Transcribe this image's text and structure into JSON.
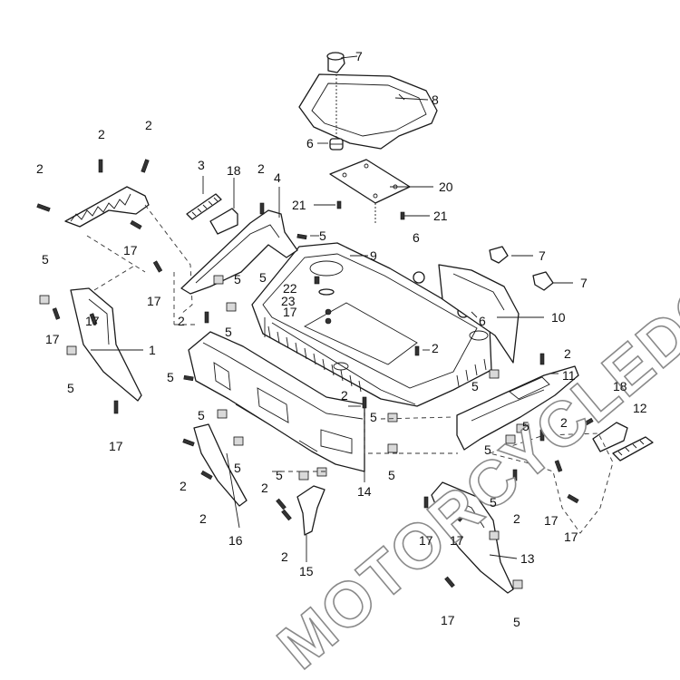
{
  "watermark": "MOTORCYCLEDOCTOR",
  "callouts": [
    {
      "id": "c7a",
      "text": "7"
    },
    {
      "id": "c8",
      "text": "8"
    },
    {
      "id": "c6a",
      "text": "6"
    },
    {
      "id": "c20",
      "text": "20"
    },
    {
      "id": "c21a",
      "text": "21"
    },
    {
      "id": "c21b",
      "text": "21"
    },
    {
      "id": "c2a",
      "text": "2"
    },
    {
      "id": "c2b",
      "text": "2"
    },
    {
      "id": "c2c",
      "text": "2"
    },
    {
      "id": "c3",
      "text": "3"
    },
    {
      "id": "c18a",
      "text": "18"
    },
    {
      "id": "c2d",
      "text": "2"
    },
    {
      "id": "c4",
      "text": "4"
    },
    {
      "id": "c5a",
      "text": "5"
    },
    {
      "id": "c9",
      "text": "9"
    },
    {
      "id": "c6b",
      "text": "6"
    },
    {
      "id": "c7b",
      "text": "7"
    },
    {
      "id": "c7c",
      "text": "7"
    },
    {
      "id": "c17a",
      "text": "17"
    },
    {
      "id": "c5b",
      "text": "5"
    },
    {
      "id": "c5c",
      "text": "5"
    },
    {
      "id": "c17b",
      "text": "17"
    },
    {
      "id": "c22",
      "text": "22"
    },
    {
      "id": "c23",
      "text": "23"
    },
    {
      "id": "c17c",
      "text": "17"
    },
    {
      "id": "c6c",
      "text": "6"
    },
    {
      "id": "c10",
      "text": "10"
    },
    {
      "id": "c5d",
      "text": "5"
    },
    {
      "id": "c17d",
      "text": "17"
    },
    {
      "id": "c17e",
      "text": "17"
    },
    {
      "id": "c1",
      "text": "1"
    },
    {
      "id": "c2e",
      "text": "2"
    },
    {
      "id": "c5e",
      "text": "5"
    },
    {
      "id": "c2f",
      "text": "2"
    },
    {
      "id": "c2g",
      "text": "2"
    },
    {
      "id": "c5f",
      "text": "5"
    },
    {
      "id": "c11",
      "text": "11"
    },
    {
      "id": "c5g",
      "text": "5"
    },
    {
      "id": "c5h",
      "text": "5"
    },
    {
      "id": "c2h",
      "text": "2"
    },
    {
      "id": "c5i",
      "text": "5"
    },
    {
      "id": "c18b",
      "text": "18"
    },
    {
      "id": "c12",
      "text": "12"
    },
    {
      "id": "c17f",
      "text": "17"
    },
    {
      "id": "c5j",
      "text": "5"
    },
    {
      "id": "c5k",
      "text": "5"
    },
    {
      "id": "c2i",
      "text": "2"
    },
    {
      "id": "c5l",
      "text": "5"
    },
    {
      "id": "c5m",
      "text": "5"
    },
    {
      "id": "c5n",
      "text": "5"
    },
    {
      "id": "c14",
      "text": "14"
    },
    {
      "id": "c5o",
      "text": "5"
    },
    {
      "id": "c2j",
      "text": "2"
    },
    {
      "id": "c2k",
      "text": "2"
    },
    {
      "id": "c2l",
      "text": "2"
    },
    {
      "id": "c16",
      "text": "16"
    },
    {
      "id": "c2m",
      "text": "2"
    },
    {
      "id": "c15",
      "text": "15"
    },
    {
      "id": "c5p",
      "text": "5"
    },
    {
      "id": "c17g",
      "text": "17"
    },
    {
      "id": "c17h",
      "text": "17"
    },
    {
      "id": "c13",
      "text": "13"
    },
    {
      "id": "c2n",
      "text": "2"
    },
    {
      "id": "c17i",
      "text": "17"
    },
    {
      "id": "c17j",
      "text": "17"
    },
    {
      "id": "c5q",
      "text": "5"
    },
    {
      "id": "c17k",
      "text": "17"
    }
  ]
}
